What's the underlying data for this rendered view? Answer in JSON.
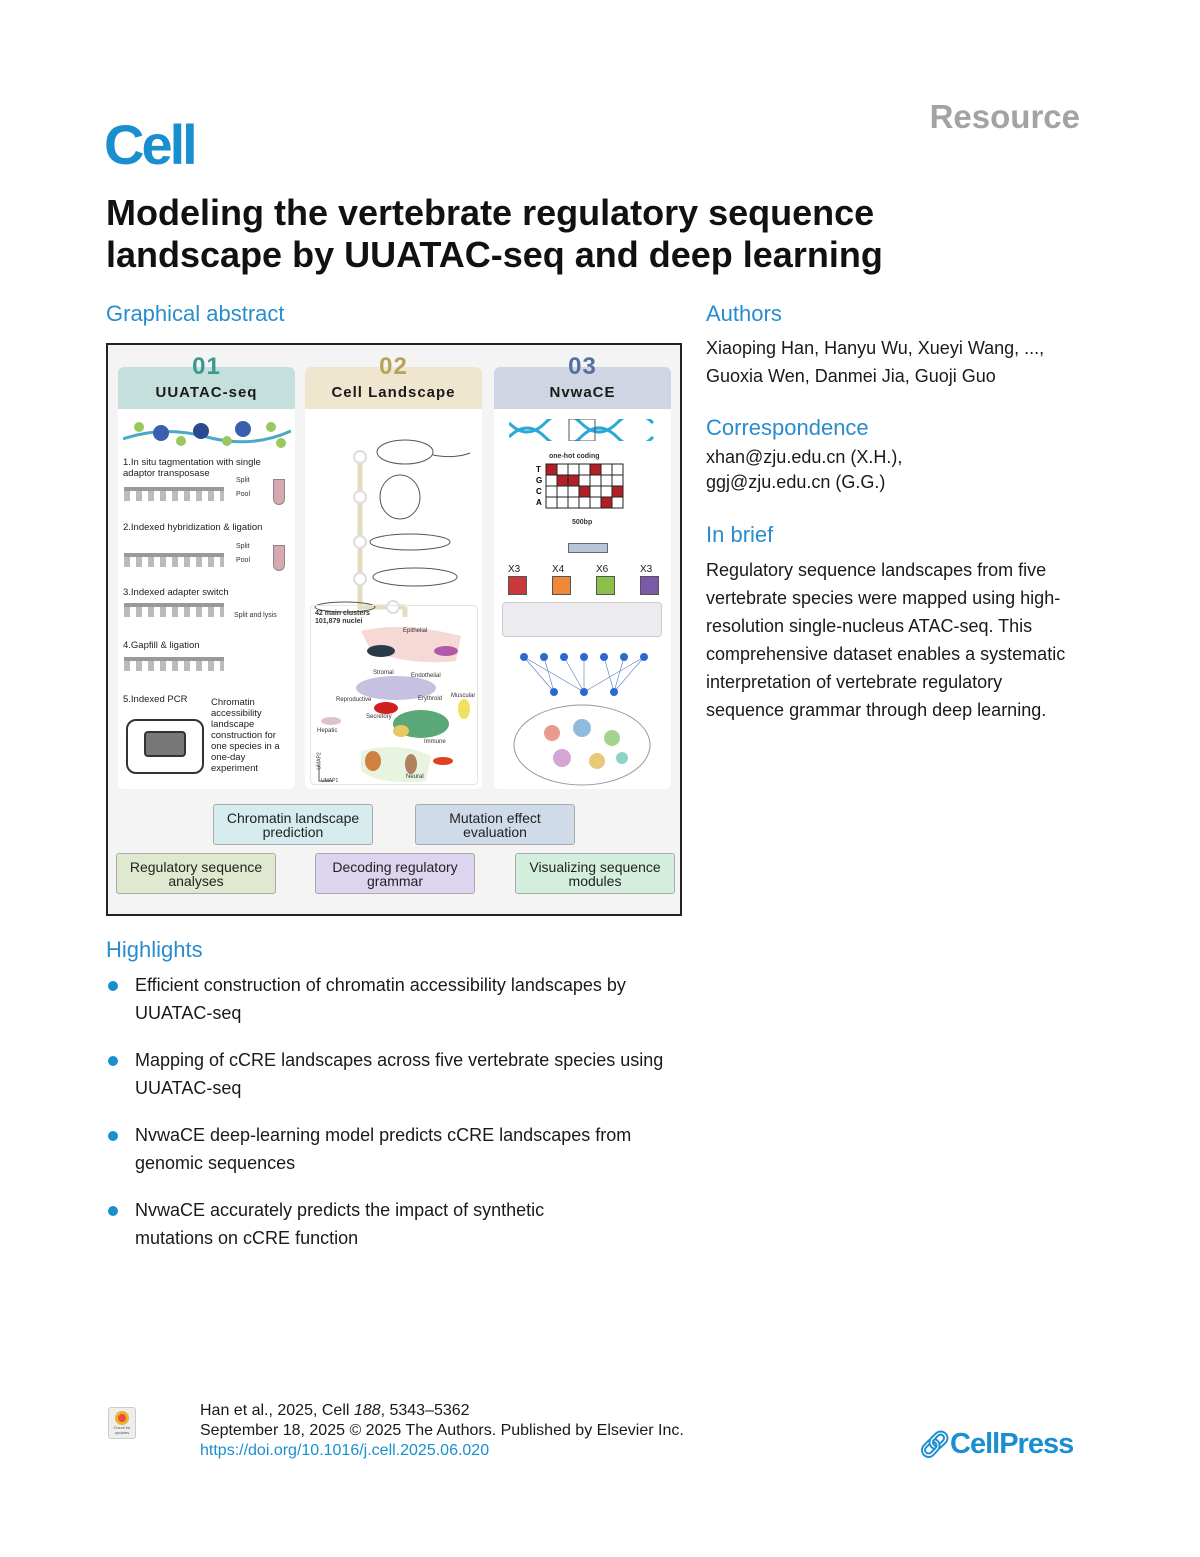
{
  "header": {
    "journal": "Cell",
    "article_type": "Resource"
  },
  "title": "Modeling the vertebrate regulatory sequence landscape by UUATAC-seq and deep learning",
  "graphical_abstract": {
    "heading": "Graphical abstract",
    "panels": [
      {
        "number": "01",
        "title": "UUATAC-seq",
        "steps": [
          "1.In situ tagmentation with single adaptor transposase",
          "2.Indexed hybridization & ligation",
          "3.Indexed adapter switch",
          "4.Gapfill & ligation",
          "5.Indexed PCR"
        ],
        "split": "Split",
        "pool": "Pool",
        "split_lysis": "Split and lysis",
        "note": "Chromatin accessibility landscape construction for one species in a one-day experiment"
      },
      {
        "number": "02",
        "title": "Cell Landscape",
        "clusters": "42 main clusters",
        "nuclei": "101,879 nuclei",
        "labels": [
          "Epithelial",
          "Stromal",
          "Endothelial",
          "Reproductive",
          "Muscular",
          "Erythroid",
          "Secretory",
          "Hepatic",
          "Immune",
          "Neural"
        ],
        "axis_x": "UMAP1",
        "axis_y": "UMAP2"
      },
      {
        "number": "03",
        "title": "NvwaCE",
        "encoding": "one-hot coding",
        "bases": [
          "T",
          "G",
          "C",
          "A"
        ],
        "length": "500bp",
        "blocks": [
          "X3",
          "X4",
          "X6",
          "X3"
        ],
        "block_colors": [
          "#c8383c",
          "#f0883a",
          "#8cc04a",
          "#7a5aa8"
        ]
      }
    ],
    "outcomes": [
      "Chromatin landscape prediction",
      "Mutation effect evaluation",
      "Regulatory sequence analyses",
      "Decoding regulatory grammar",
      "Visualizing sequence modules"
    ],
    "colors": {
      "panel1": "#c5dfdc",
      "panel2": "#efe6cf",
      "panel3": "#cfd5e2",
      "num1": "#3a9a92",
      "num2": "#b8a25a",
      "num3": "#5570a0"
    }
  },
  "authors": {
    "heading": "Authors",
    "names": "Xiaoping Han, Hanyu Wu, Xueyi Wang, ..., Guoxia Wen, Danmei Jia, Guoji Guo"
  },
  "correspondence": {
    "heading": "Correspondence",
    "email1": "xhan@zju.edu.cn (X.H.),",
    "email2": "ggj@zju.edu.cn (G.G.)"
  },
  "in_brief": {
    "heading": "In brief",
    "text": "Regulatory sequence landscapes from five vertebrate species were mapped using high-resolution single-nucleus ATAC-seq. This comprehensive dataset enables a systematic interpretation of vertebrate regulatory sequence grammar through deep learning."
  },
  "highlights": {
    "heading": "Highlights",
    "items": [
      "Efficient construction of chromatin accessibility landscapes by UUATAC-seq",
      "Mapping of cCRE landscapes across five vertebrate species using UUATAC-seq",
      "NvwaCE deep-learning model predicts cCRE landscapes from genomic sequences",
      "NvwaCE accurately predicts the impact of synthetic mutations on cCRE function"
    ]
  },
  "footer": {
    "citation_pre": "Han et al., 2025, Cell ",
    "volume": "188",
    "pages": ", 5343–5362",
    "date_line": "September 18, 2025 © 2025 The Authors. Published by Elsevier Inc.",
    "doi": "https://doi.org/10.1016/j.cell.2025.06.020",
    "check_updates": "Check for updates",
    "publisher": "CellPress"
  },
  "accent": "#1a8fd0"
}
